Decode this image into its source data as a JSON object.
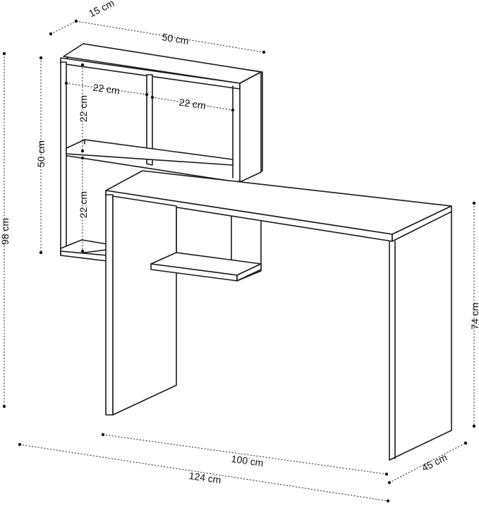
{
  "dimensions": {
    "shelf_depth": "15 cm",
    "shelf_width": "50 cm",
    "cubby_width_left": "22 cm",
    "cubby_width_right": "22 cm",
    "cubby_height_upper": "22 cm",
    "cubby_height_lower": "22 cm",
    "shelf_height": "50 cm",
    "total_height": "98 cm",
    "desk_height": "74 cm",
    "desk_width": "100 cm",
    "total_width": "124 cm",
    "desk_depth": "45 cm"
  }
}
